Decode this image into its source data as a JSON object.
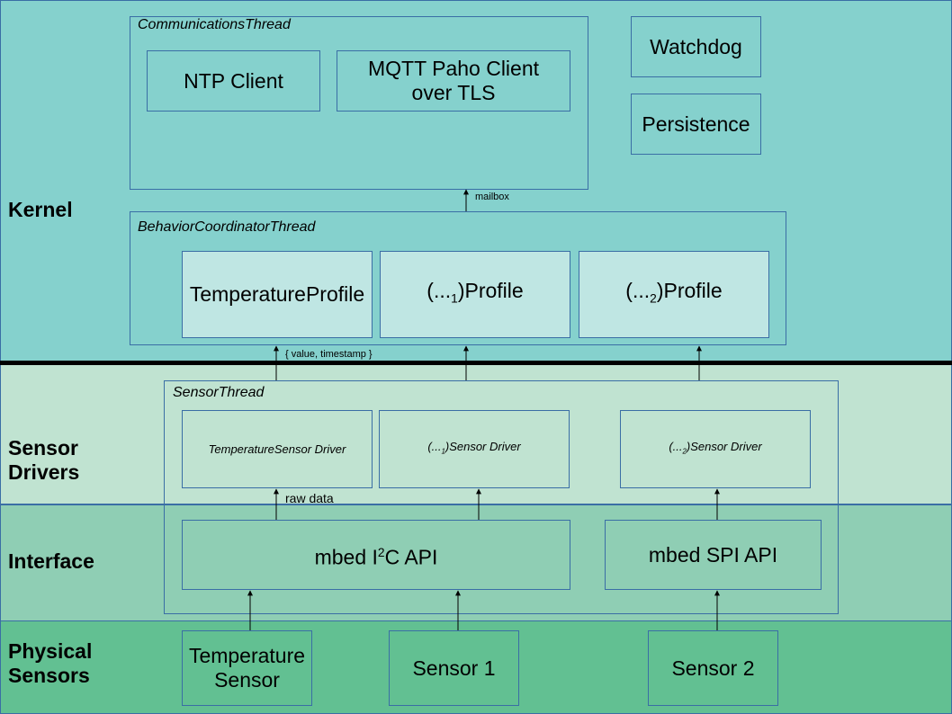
{
  "layers": {
    "kernel": "Kernel",
    "sensor_drivers_1": "Sensor",
    "sensor_drivers_2": "Drivers",
    "interface": "Interface",
    "physical_1": "Physical",
    "physical_2": "Sensors"
  },
  "communications_thread": {
    "title": "CommunicationsThread",
    "ntp": "NTP Client",
    "mqtt_line1": "MQTT Paho Client",
    "mqtt_line2": "over TLS"
  },
  "watchdog": "Watchdog",
  "persistence": "Persistence",
  "mailbox_label": "mailbox",
  "behavior_thread": {
    "title": "BehaviorCoordinatorThread",
    "temperature_profile": "TemperatureProfile",
    "profile1_prefix": "(...",
    "profile1_sub": "1",
    "profile1_suffix": ")Profile",
    "profile2_prefix": "(...",
    "profile2_sub": "2",
    "profile2_suffix": ")Profile"
  },
  "value_timestamp_label": "{ value, timestamp }",
  "sensor_thread": {
    "title": "SensorThread",
    "temperature_driver": "TemperatureSensor Driver",
    "driver1_prefix": "(...",
    "driver1_sub": "1",
    "driver1_suffix": ")Sensor Driver",
    "driver2_prefix": "(...",
    "driver2_sub": "2",
    "driver2_suffix": ")Sensor Driver"
  },
  "raw_data_label": "raw data",
  "interface": {
    "i2c_prefix": "mbed I",
    "i2c_sup": "2",
    "i2c_suffix": "C API",
    "spi": "mbed SPI API"
  },
  "physical": {
    "temp_line1": "Temperature",
    "temp_line2": "Sensor",
    "sensor1": "Sensor 1",
    "sensor2": "Sensor 2"
  }
}
